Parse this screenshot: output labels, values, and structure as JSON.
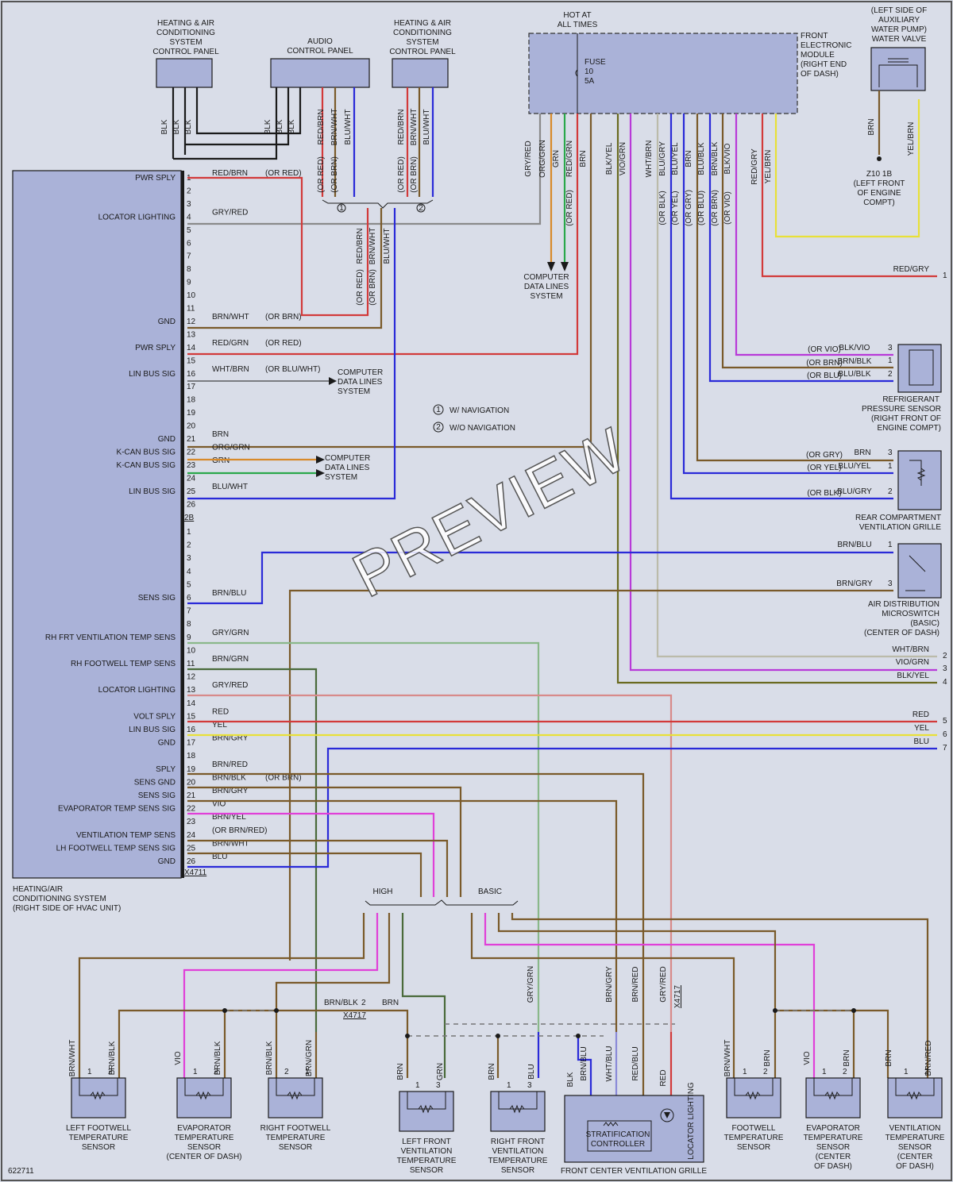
{
  "colors": {
    "background": "#d9dde8",
    "module_fill": "#aab2d8",
    "red": "#d23a3a",
    "brown": "#7a5a2a",
    "blue": "#2a2ad8",
    "green": "#2aa84a",
    "yellow": "#e8e038",
    "violet": "#b83ad8",
    "gray": "#8a8a8a",
    "orange": "#d88a2a",
    "pink": "#e040b0"
  },
  "top": {
    "hvac_panel_left": "HEATING & AIR CONDITIONING SYSTEM CONTROL PANEL",
    "hvac_panel_left_lines": [
      "HEATING & AIR",
      "CONDITIONING",
      "SYSTEM",
      "CONTROL PANEL"
    ],
    "audio_panel_lines": [
      "AUDIO",
      "CONTROL PANEL"
    ],
    "hvac_panel_right_lines": [
      "HEATING & AIR",
      "CONDITIONING",
      "SYSTEM",
      "CONTROL PANEL"
    ],
    "hot_lines": [
      "HOT AT",
      "ALL TIMES"
    ],
    "fem_lines": [
      "FRONT",
      "ELECTRONIC",
      "MODULE",
      "(RIGHT END",
      "OF DASH)"
    ],
    "fuse_lines": [
      "FUSE",
      "10",
      "5A"
    ],
    "pump_lines": [
      "(LEFT SIDE OF",
      "AUXILIARY",
      "WATER PUMP)",
      "WATER VALVE"
    ],
    "ground_lines": [
      "Z10 1B",
      "(LEFT FRONT",
      "OF ENGINE",
      "COMPT)"
    ],
    "nav_with": "W/ NAVIGATION",
    "nav_without": "W/O NAVIGATION",
    "computer_data_lines": [
      "COMPUTER",
      "DATA LINES",
      "SYSTEM"
    ]
  },
  "hvac_module": {
    "caption_lines": [
      "HEATING/AIR",
      "CONDITIONING SYSTEM",
      "(RIGHT SIDE OF HVAC UNIT)"
    ],
    "connector_a": "2B",
    "connector_b": "X4711",
    "pins_a": [
      {
        "n": "1",
        "label": "PWR SPLY",
        "wire": "RED/BRN",
        "alt": "(OR RED)"
      },
      {
        "n": "2"
      },
      {
        "n": "3"
      },
      {
        "n": "4",
        "label": "LOCATOR LIGHTING",
        "wire": "GRY/RED"
      },
      {
        "n": "5"
      },
      {
        "n": "6"
      },
      {
        "n": "7"
      },
      {
        "n": "8"
      },
      {
        "n": "9"
      },
      {
        "n": "10"
      },
      {
        "n": "11"
      },
      {
        "n": "12",
        "label": "GND",
        "wire": "BRN/WHT",
        "alt": "(OR BRN)"
      },
      {
        "n": "13"
      },
      {
        "n": "14",
        "label": "PWR SPLY",
        "wire": "RED/GRN",
        "alt": "(OR RED)"
      },
      {
        "n": "15"
      },
      {
        "n": "16",
        "label": "LIN BUS SIG",
        "wire": "WHT/BRN",
        "alt": "(OR BLU/WHT)"
      },
      {
        "n": "17"
      },
      {
        "n": "18"
      },
      {
        "n": "19"
      },
      {
        "n": "20"
      },
      {
        "n": "21",
        "label": "GND",
        "wire": "BRN"
      },
      {
        "n": "22",
        "label": "K-CAN BUS SIG",
        "wire": "ORG/GRN"
      },
      {
        "n": "23",
        "label": "K-CAN BUS SIG",
        "wire": "GRN"
      },
      {
        "n": "24"
      },
      {
        "n": "25",
        "label": "LIN BUS SIG",
        "wire": "BLU/WHT"
      },
      {
        "n": "26"
      }
    ],
    "pins_b": [
      {
        "n": "1"
      },
      {
        "n": "2"
      },
      {
        "n": "3"
      },
      {
        "n": "4"
      },
      {
        "n": "5"
      },
      {
        "n": "6",
        "label": "SENS SIG",
        "wire": "BRN/BLU"
      },
      {
        "n": "7"
      },
      {
        "n": "8"
      },
      {
        "n": "9",
        "label": "RH FRT VENTILATION TEMP SENS",
        "wire": "GRY/GRN"
      },
      {
        "n": "10"
      },
      {
        "n": "11",
        "label": "RH FOOTWELL TEMP SENS",
        "wire": "BRN/GRN"
      },
      {
        "n": "12"
      },
      {
        "n": "13",
        "label": "LOCATOR LIGHTING",
        "wire": "GRY/RED"
      },
      {
        "n": "14"
      },
      {
        "n": "15",
        "label": "VOLT SPLY",
        "wire": "RED"
      },
      {
        "n": "16",
        "label": "LIN BUS SIG",
        "wire": "YEL"
      },
      {
        "n": "17",
        "label": "GND",
        "wire": "BRN/GRY"
      },
      {
        "n": "18"
      },
      {
        "n": "19",
        "label": "SPLY",
        "wire": "BRN/RED"
      },
      {
        "n": "20",
        "label": "SENS GND",
        "wire": "BRN/BLK",
        "alt": "(OR BRN)"
      },
      {
        "n": "21",
        "label": "SENS SIG",
        "wire": "BRN/GRY"
      },
      {
        "n": "22",
        "label": "EVAPORATOR TEMP SENS SIG",
        "wire": "VIO"
      },
      {
        "n": "23",
        "wire": "BRN/YEL"
      },
      {
        "n": "24",
        "label": "VENTILATION TEMP SENS",
        "wire": "(OR BRN/RED)"
      },
      {
        "n": "25",
        "label": "LH FOOTWELL TEMP SENS SIG",
        "wire": "BRN/WHT"
      },
      {
        "n": "26",
        "label": "GND",
        "wire": "BLU"
      }
    ]
  },
  "right_components": {
    "refrigerant_lines": [
      "REFRIGERANT",
      "PRESSURE SENSOR",
      "(RIGHT FRONT OF",
      "ENGINE COMPT)"
    ],
    "rear_vent_lines": [
      "REAR COMPARTMENT",
      "VENTILATION GRILLE"
    ],
    "air_dist_lines": [
      "AIR DISTRIBUTION",
      "MICROSWITCH",
      "(BASIC)",
      "(CENTER OF DASH)"
    ]
  },
  "bottom": {
    "high": "HIGH",
    "basic": "BASIC",
    "sensors": [
      [
        "LEFT FOOTWELL",
        "TEMPERATURE",
        "SENSOR"
      ],
      [
        "EVAPORATOR",
        "TEMPERATURE",
        "SENSOR",
        "(CENTER OF DASH)"
      ],
      [
        "RIGHT FOOTWELL",
        "TEMPERATURE",
        "SENSOR"
      ],
      [
        "LEFT FRONT",
        "VENTILATION",
        "TEMPERATURE",
        "SENSOR"
      ],
      [
        "RIGHT FRONT",
        "VENTILATION",
        "TEMPERATURE",
        "SENSOR"
      ],
      [
        "FOOTWELL",
        "TEMPERATURE",
        "SENSOR"
      ],
      [
        "EVAPORATOR",
        "TEMPERATURE",
        "SENSOR",
        "(CENTER",
        "OF DASH)"
      ],
      [
        "VENTILATION",
        "TEMPERATURE",
        "SENSOR",
        "(CENTER",
        "OF DASH)"
      ]
    ],
    "strat_lines": [
      "STRATIFICATION",
      "CONTROLLER"
    ],
    "locator": "LOCATOR LIGHTING",
    "front_center": "FRONT CENTER VENTILATION GRILLE",
    "x4717": "X4717",
    "code": "622711"
  },
  "watermark": "PREVIEW"
}
